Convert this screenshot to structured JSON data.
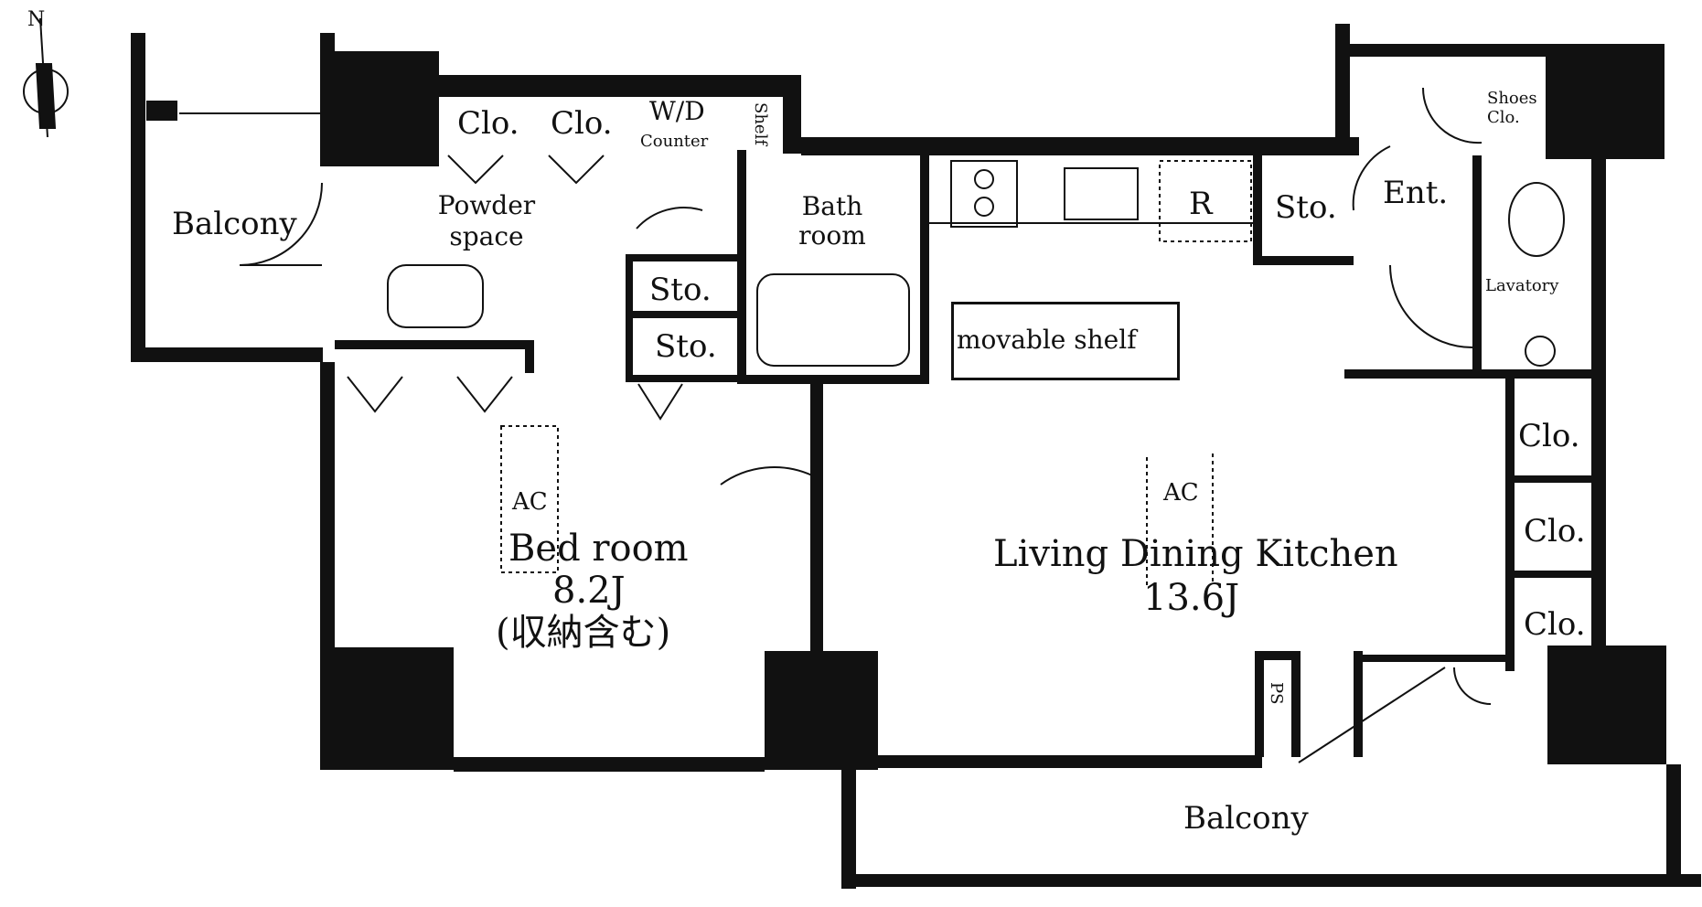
{
  "labels": {
    "balcony_west": "Balcony",
    "powder_space": "Powder\nspace",
    "clo_1": "Clo.",
    "clo_2": "Clo.",
    "wd_counter_top": "W/D",
    "wd_counter_bottom": "Counter",
    "shelf": "Shelf",
    "bath_room": "Bath\nroom",
    "sto_1": "Sto.",
    "sto_2": "Sto.",
    "r": "R",
    "sto_3": "Sto.",
    "ent": "Ent.",
    "shoes_clo": "Shoes\nClo.",
    "lavatory": "Lavatory",
    "movable_shelf": "movable shelf",
    "ac_bed": "AC",
    "bed_room_name": "Bed room",
    "bed_room_size": "8.2J",
    "bed_room_note": "(収納含む)",
    "ac_ldk": "AC",
    "ldk_name": "Living Dining Kitchen",
    "ldk_size": "13.6J",
    "clo_3": "Clo.",
    "clo_4": "Clo.",
    "clo_5": "Clo.",
    "ps": "PS",
    "balcony_south": "Balcony"
  },
  "colors": {
    "wall": "#111111",
    "background": "#ffffff"
  },
  "icons": {
    "north": "north-arrow-icon"
  }
}
